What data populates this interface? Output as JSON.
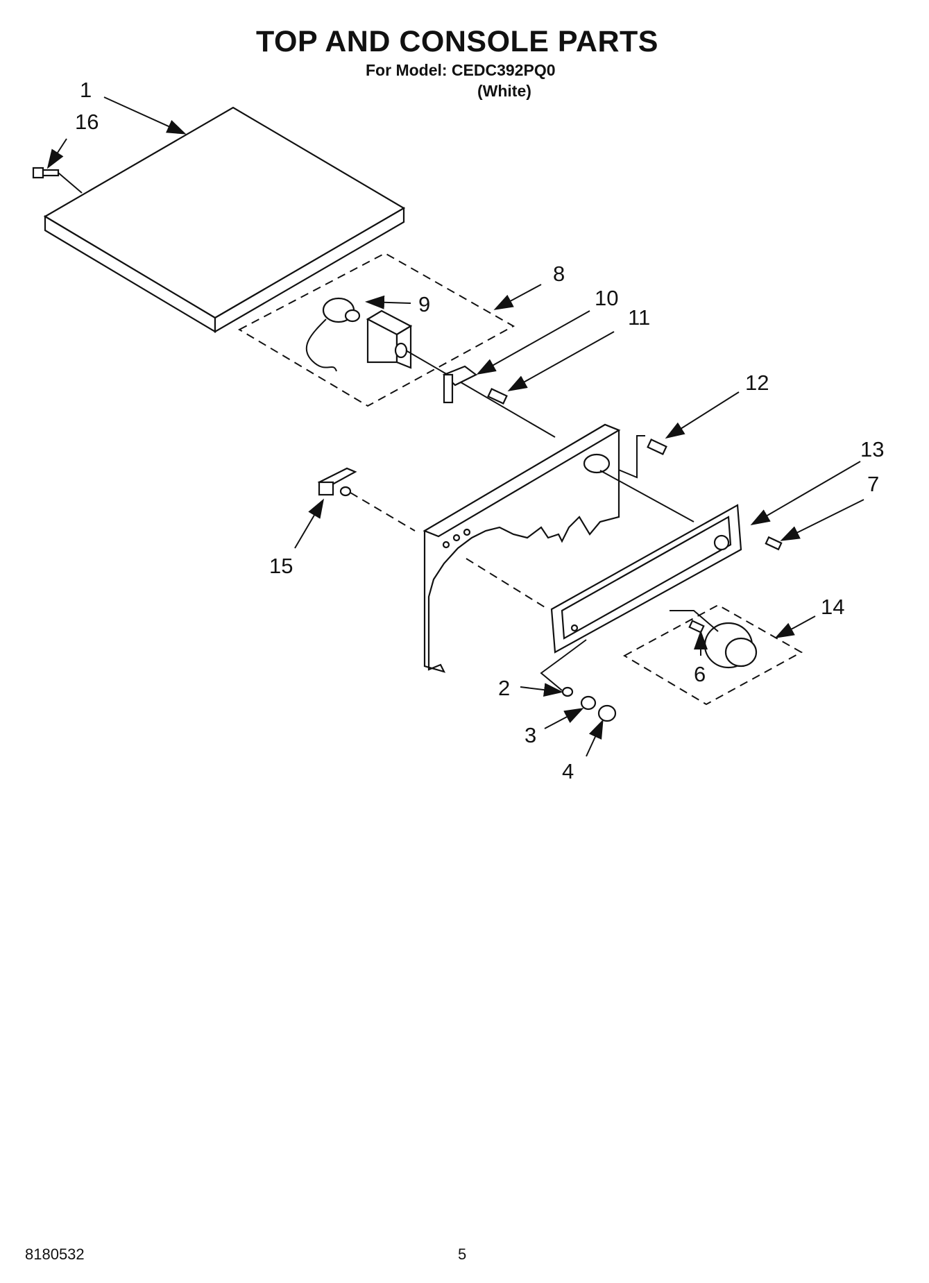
{
  "header": {
    "title": "TOP AND CONSOLE PARTS",
    "model_line": "For Model: CEDC392PQ0",
    "color_line": "(White)"
  },
  "callouts": [
    "1",
    "16",
    "8",
    "9",
    "10",
    "11",
    "12",
    "13",
    "7",
    "15",
    "14",
    "2",
    "6",
    "3",
    "4"
  ],
  "footer": {
    "doc_number": "8180532",
    "page_number": "5"
  }
}
